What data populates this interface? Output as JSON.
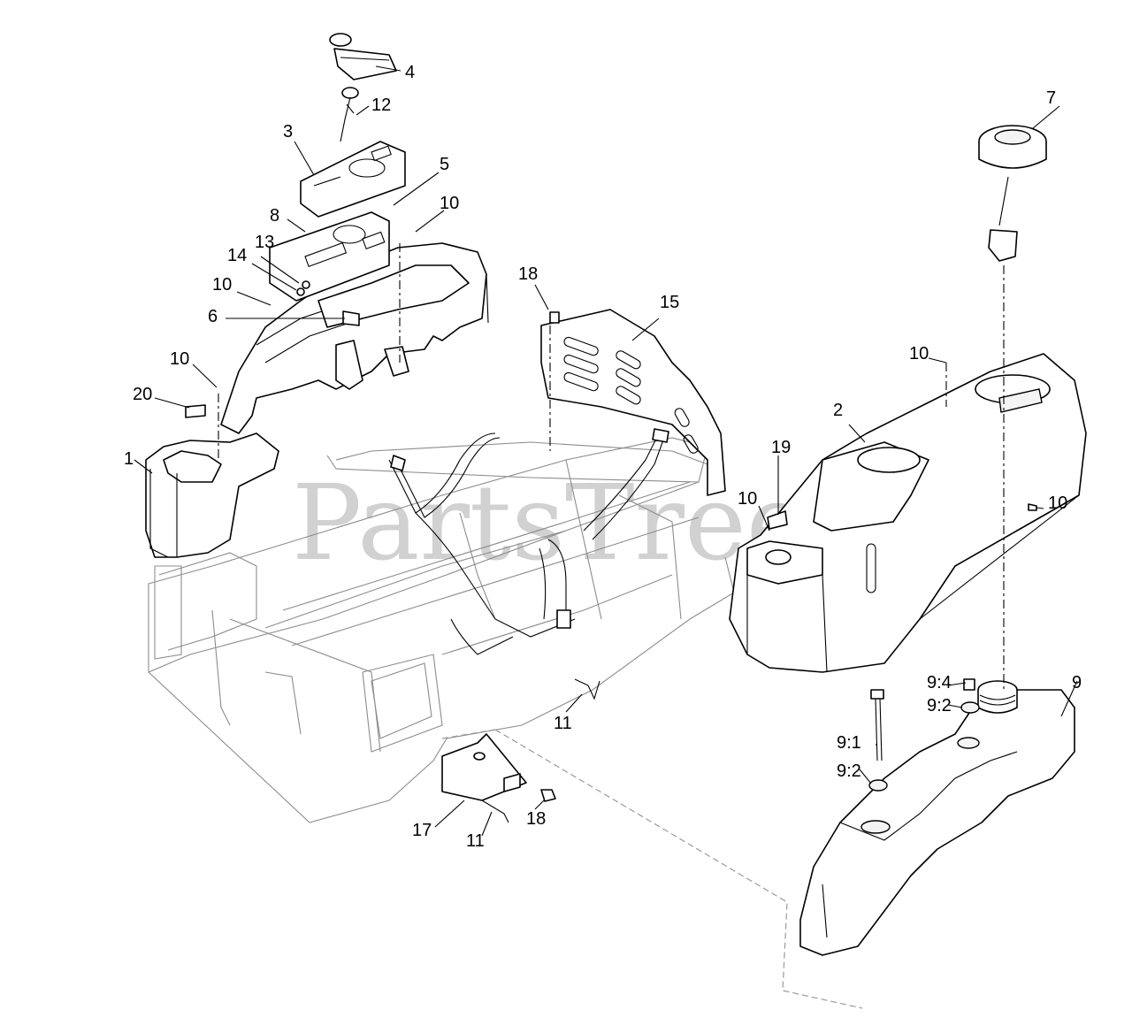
{
  "watermark": "PartsTree",
  "callouts": [
    {
      "id": "c1",
      "text": "1"
    },
    {
      "id": "c2",
      "text": "2"
    },
    {
      "id": "c3",
      "text": "3"
    },
    {
      "id": "c4",
      "text": "4"
    },
    {
      "id": "c5",
      "text": "5"
    },
    {
      "id": "c6",
      "text": "6"
    },
    {
      "id": "c7",
      "text": "7"
    },
    {
      "id": "c8",
      "text": "8"
    },
    {
      "id": "c9",
      "text": "9"
    },
    {
      "id": "c10a",
      "text": "10"
    },
    {
      "id": "c10b",
      "text": "10"
    },
    {
      "id": "c10c",
      "text": "10"
    },
    {
      "id": "c10d",
      "text": "10"
    },
    {
      "id": "c10e",
      "text": "10"
    },
    {
      "id": "c10f",
      "text": "10"
    },
    {
      "id": "c11a",
      "text": "11"
    },
    {
      "id": "c11b",
      "text": "11"
    },
    {
      "id": "c12",
      "text": "12"
    },
    {
      "id": "c13",
      "text": "13"
    },
    {
      "id": "c14",
      "text": "14"
    },
    {
      "id": "c15",
      "text": "15"
    },
    {
      "id": "c17",
      "text": "17"
    },
    {
      "id": "c18a",
      "text": "18"
    },
    {
      "id": "c18b",
      "text": "18"
    },
    {
      "id": "c19",
      "text": "19"
    },
    {
      "id": "c20",
      "text": "20"
    },
    {
      "id": "c91",
      "text": "9:1"
    },
    {
      "id": "c92a",
      "text": "9:2"
    },
    {
      "id": "c92b",
      "text": "9:2"
    },
    {
      "id": "c94",
      "text": "9:4"
    }
  ]
}
